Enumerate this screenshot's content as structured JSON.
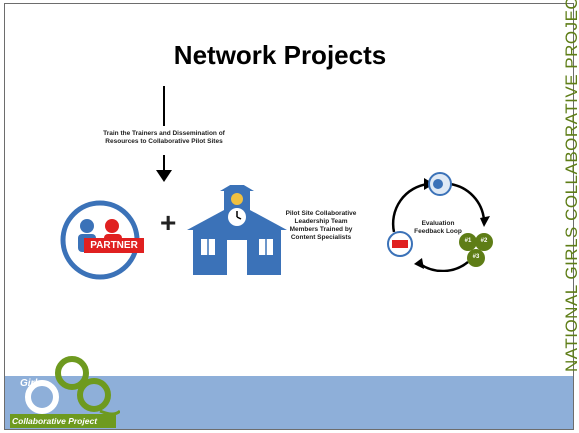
{
  "slide": {
    "title": "Network Projects",
    "train_text": "Train the Trainers and Dissemination of Resources to Collaborative Pilot Sites",
    "partner_label": "PARTNER",
    "plus": "+",
    "pilot_text": "Pilot Site Collaborative Leadership Team Members Trained by Content Specialists",
    "eval_text": "Evaluation Feedback Loop",
    "cycle_labels": [
      "#1",
      "#2",
      "#3"
    ],
    "side_text": "NATIONAL GIRLS COLLABORATIVE PROJECT",
    "logo_girls": "Girls",
    "logo_label": "Collaborative Project"
  },
  "colors": {
    "title": "#000000",
    "green": "#5e7d16",
    "blue_bar": "#8eafd9",
    "school_blue": "#3b72b8",
    "partner_red": "#e02020"
  }
}
